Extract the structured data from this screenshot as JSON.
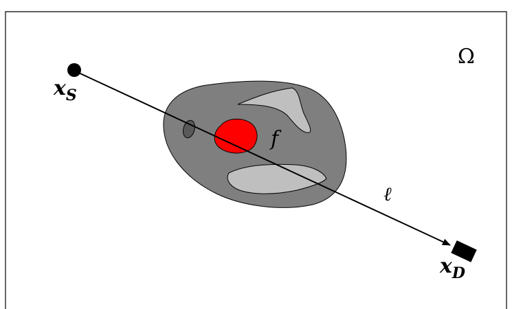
{
  "labels": {
    "domain": "Ω",
    "source_main": "x",
    "source_sub": "S",
    "detector_main": "x",
    "detector_sub": "D",
    "function": "f",
    "ray": "ℓ"
  },
  "colors": {
    "frame": "#000000",
    "outer_region": "#7f7f7f",
    "light_inclusion": "#bfbfbf",
    "small_inclusion": "#595959",
    "red_inclusion": "#ff0000",
    "ray": "#000000"
  }
}
